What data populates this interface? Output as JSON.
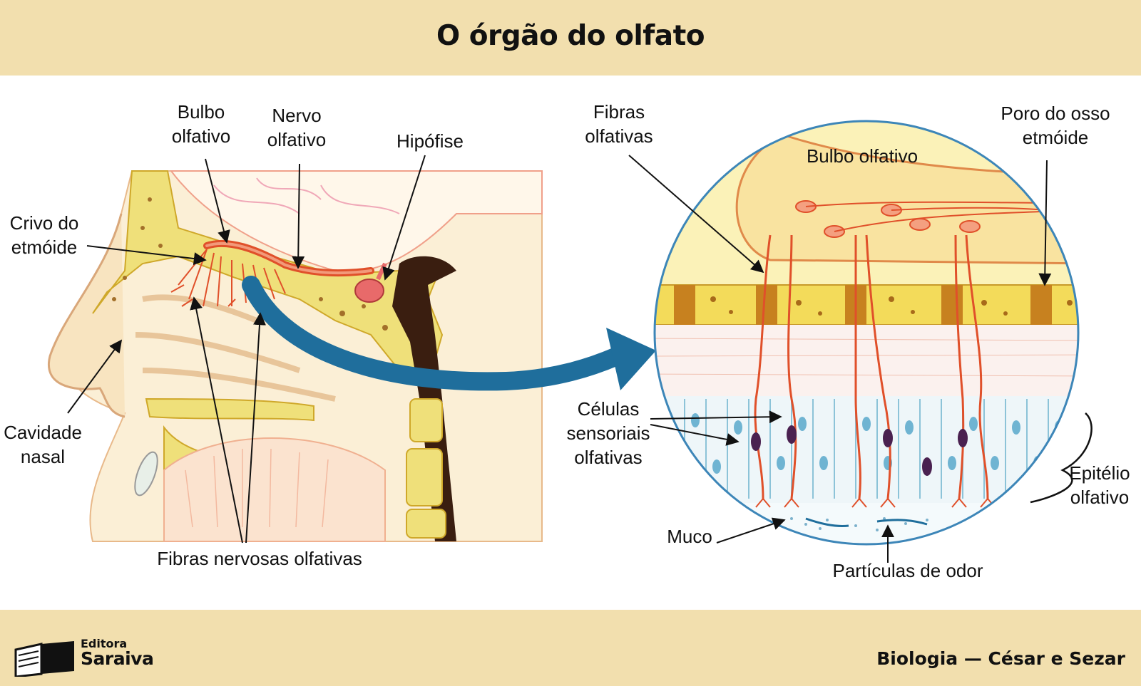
{
  "title": "O órgão do olfato",
  "left_labels": {
    "bulbo_l1": "Bulbo",
    "bulbo_l2": "olfativo",
    "nervo_l1": "Nervo",
    "nervo_l2": "olfativo",
    "hipofise": "Hipófise",
    "crivo_l1": "Crivo do",
    "crivo_l2": "etmóide",
    "cavidade_l1": "Cavidade",
    "cavidade_l2": "nasal",
    "fibras_nervosas": "Fibras nervosas olfativas"
  },
  "right_labels": {
    "fibras_l1": "Fibras",
    "fibras_l2": "olfativas",
    "bulbo": "Bulbo olfativo",
    "poro_l1": "Poro do osso",
    "poro_l2": "etmóide",
    "celulas_l1": "Células",
    "celulas_l2": "sensoriais",
    "celulas_l3": "olfativas",
    "epitelio_l1": "Epitélio",
    "epitelio_l2": "olfativo",
    "muco": "Muco",
    "particulas": "Partículas de odor"
  },
  "footer": {
    "publisher_line1": "Editora",
    "publisher_line2": "Saraiva",
    "credit": "Biologia — César e Sezar"
  },
  "colors": {
    "band": "#f2dfae",
    "arrow": "#1f6e9c",
    "nerve": "#e0502a",
    "bone": "#efe07a",
    "circle_border": "#3d86b8"
  }
}
